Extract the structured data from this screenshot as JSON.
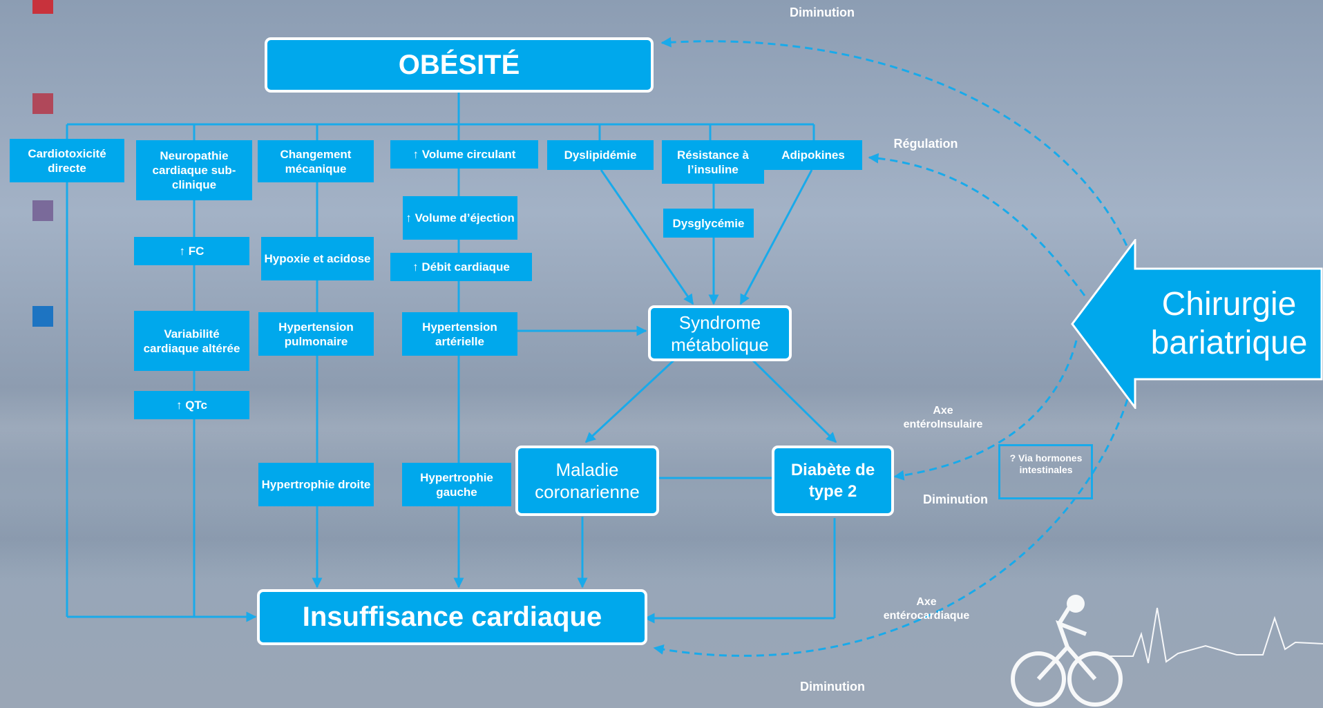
{
  "nodes": {
    "obesite": "OBÉSITÉ",
    "cardiotox": "Cardiotoxicité directe",
    "neuro": "Neuropathie cardiaque sub-clinique",
    "changement": "Changement mécanique",
    "volume_circ": "↑ Volume circulant",
    "dyslip": "Dyslipidémie",
    "resist": "Résistance à l’insuline",
    "adipo": "Adipokines",
    "fc": "↑ FC",
    "variab": "Variabilité cardiaque altérée",
    "qtc": "↑ QTc",
    "hypoxie": "Hypoxie et acidose",
    "htp": "Hypertension pulmonaire",
    "htrophie_d": "Hypertrophie droite",
    "vol_ejection": "↑ Volume d’éjection",
    "debit": "↑ Débit cardiaque",
    "hta": "Hypertension artérielle",
    "htrophie_g": "Hypertrophie gauche",
    "dysglyc": "Dysglycémie",
    "syndrome": "Syndrome métabolique",
    "maladie": "Maladie coronarienne",
    "diabete": "Diabète de type 2",
    "insuff": "Insuffisance cardiaque",
    "chirurgie": "Chirurgie bariatrique",
    "via_hormones": "? Via hormones intestinales"
  },
  "labels": {
    "dim_top": "Diminution",
    "regulation": "Régulation",
    "axe_insul": "Axe entéroInsulaire",
    "dim_mid": "Diminution",
    "axe_cardio": "Axe entérocardiaque",
    "dim_bottom": "Diminution"
  },
  "colors": {
    "node": "#00a8ec",
    "line": "#19aaea",
    "text": "#ffffff",
    "bullets": [
      "#c8323c",
      "#b0485a",
      "#7a6a9a",
      "#1d74c2"
    ]
  }
}
